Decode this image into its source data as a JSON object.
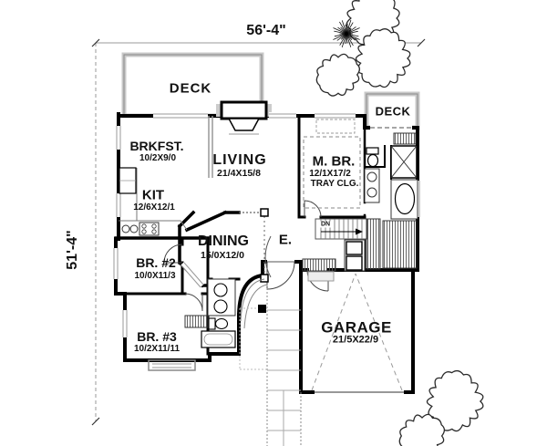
{
  "title": "house-first-floor-plan",
  "dimensions": {
    "width_label": "56'-4\"",
    "height_label": "51'-4\""
  },
  "rooms": {
    "deck_top": {
      "name": "DECK"
    },
    "deck_right": {
      "name": "DECK"
    },
    "breakfast": {
      "name": "BRKFST.",
      "size": "10/2X9/0"
    },
    "living": {
      "name": "LIVING",
      "size": "21/4X15/8"
    },
    "master_bedroom": {
      "name": "M. BR.",
      "size": "12/1X17/2",
      "note": "TRAY CLG."
    },
    "kitchen": {
      "name": "KIT",
      "size": "12/6X12/1"
    },
    "dining": {
      "name": "DINING",
      "size": "15/0X12/0"
    },
    "entry": {
      "name": "E."
    },
    "bedroom2": {
      "name": "BR. #2",
      "size": "10/0X11/3"
    },
    "bedroom3": {
      "name": "BR. #3",
      "size": "10/2X11/11"
    },
    "garage": {
      "name": "GARAGE",
      "size": "21/5X22/9"
    },
    "stairs": {
      "label": "DN"
    }
  },
  "colors": {
    "wall": "#000000",
    "dimension_line": "#9a9a9a",
    "deck_border": "#c8c8c8",
    "hatch": "#555555",
    "background": "#ffffff"
  }
}
